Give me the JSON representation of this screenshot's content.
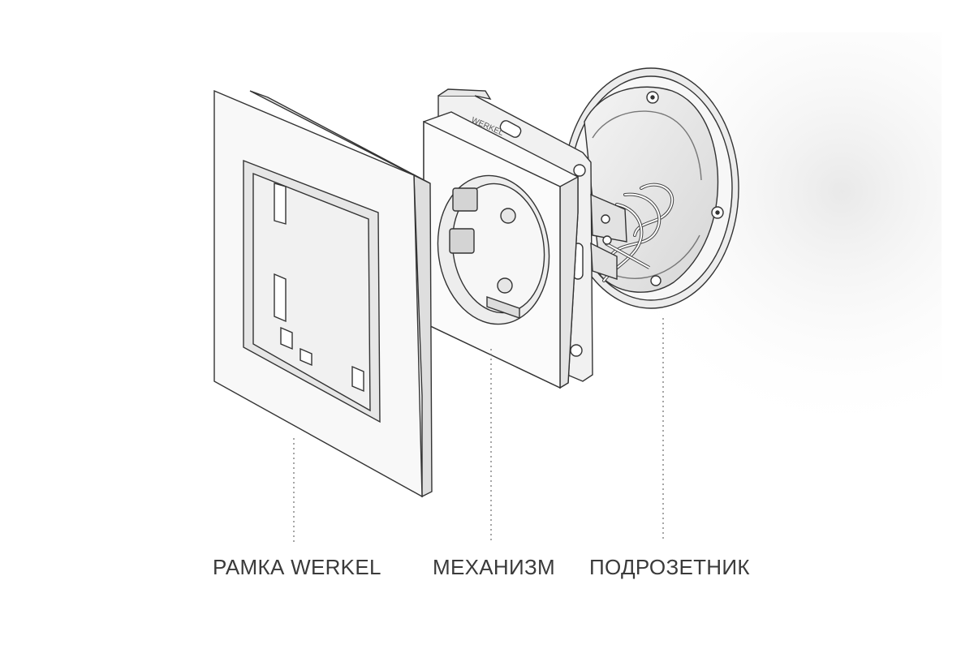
{
  "diagram": {
    "labels": {
      "frame": "РАМКА WERKEL",
      "mechanism": "МЕХАНИЗМ",
      "box": "ПОДРОЗЕТНИК"
    },
    "brand_mark": "WERKEL"
  }
}
